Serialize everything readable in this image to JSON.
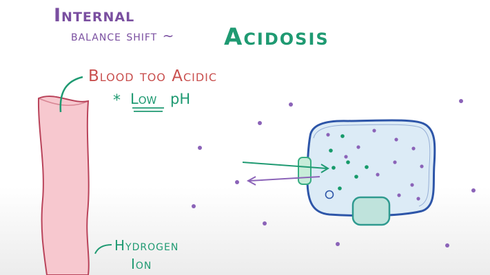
{
  "title": {
    "line1": "Internal",
    "line2": "balance shift ~",
    "topic": "Acidosis"
  },
  "annotations": {
    "blood_label": "Blood too Acidic",
    "star": "*",
    "low": "Low",
    "ph": "pH",
    "hydrogen": "Hydrogen",
    "ion": "Ion"
  },
  "colors": {
    "purple": "#7a4fa0",
    "green": "#1f9a72",
    "red": "#c9504f",
    "vessel_fill": "#f7c8cf",
    "vessel_stroke": "#b9435a",
    "cell_fill": "#dcebf6",
    "cell_stroke": "#2d55a8",
    "channel_fill": "#c8ecd9",
    "channel_stroke": "#38ad82",
    "pump_fill": "#bfe3dc",
    "pump_stroke": "#2f9a8f",
    "dot_purple": "#8b63b8",
    "dot_green": "#169a6a"
  }
}
